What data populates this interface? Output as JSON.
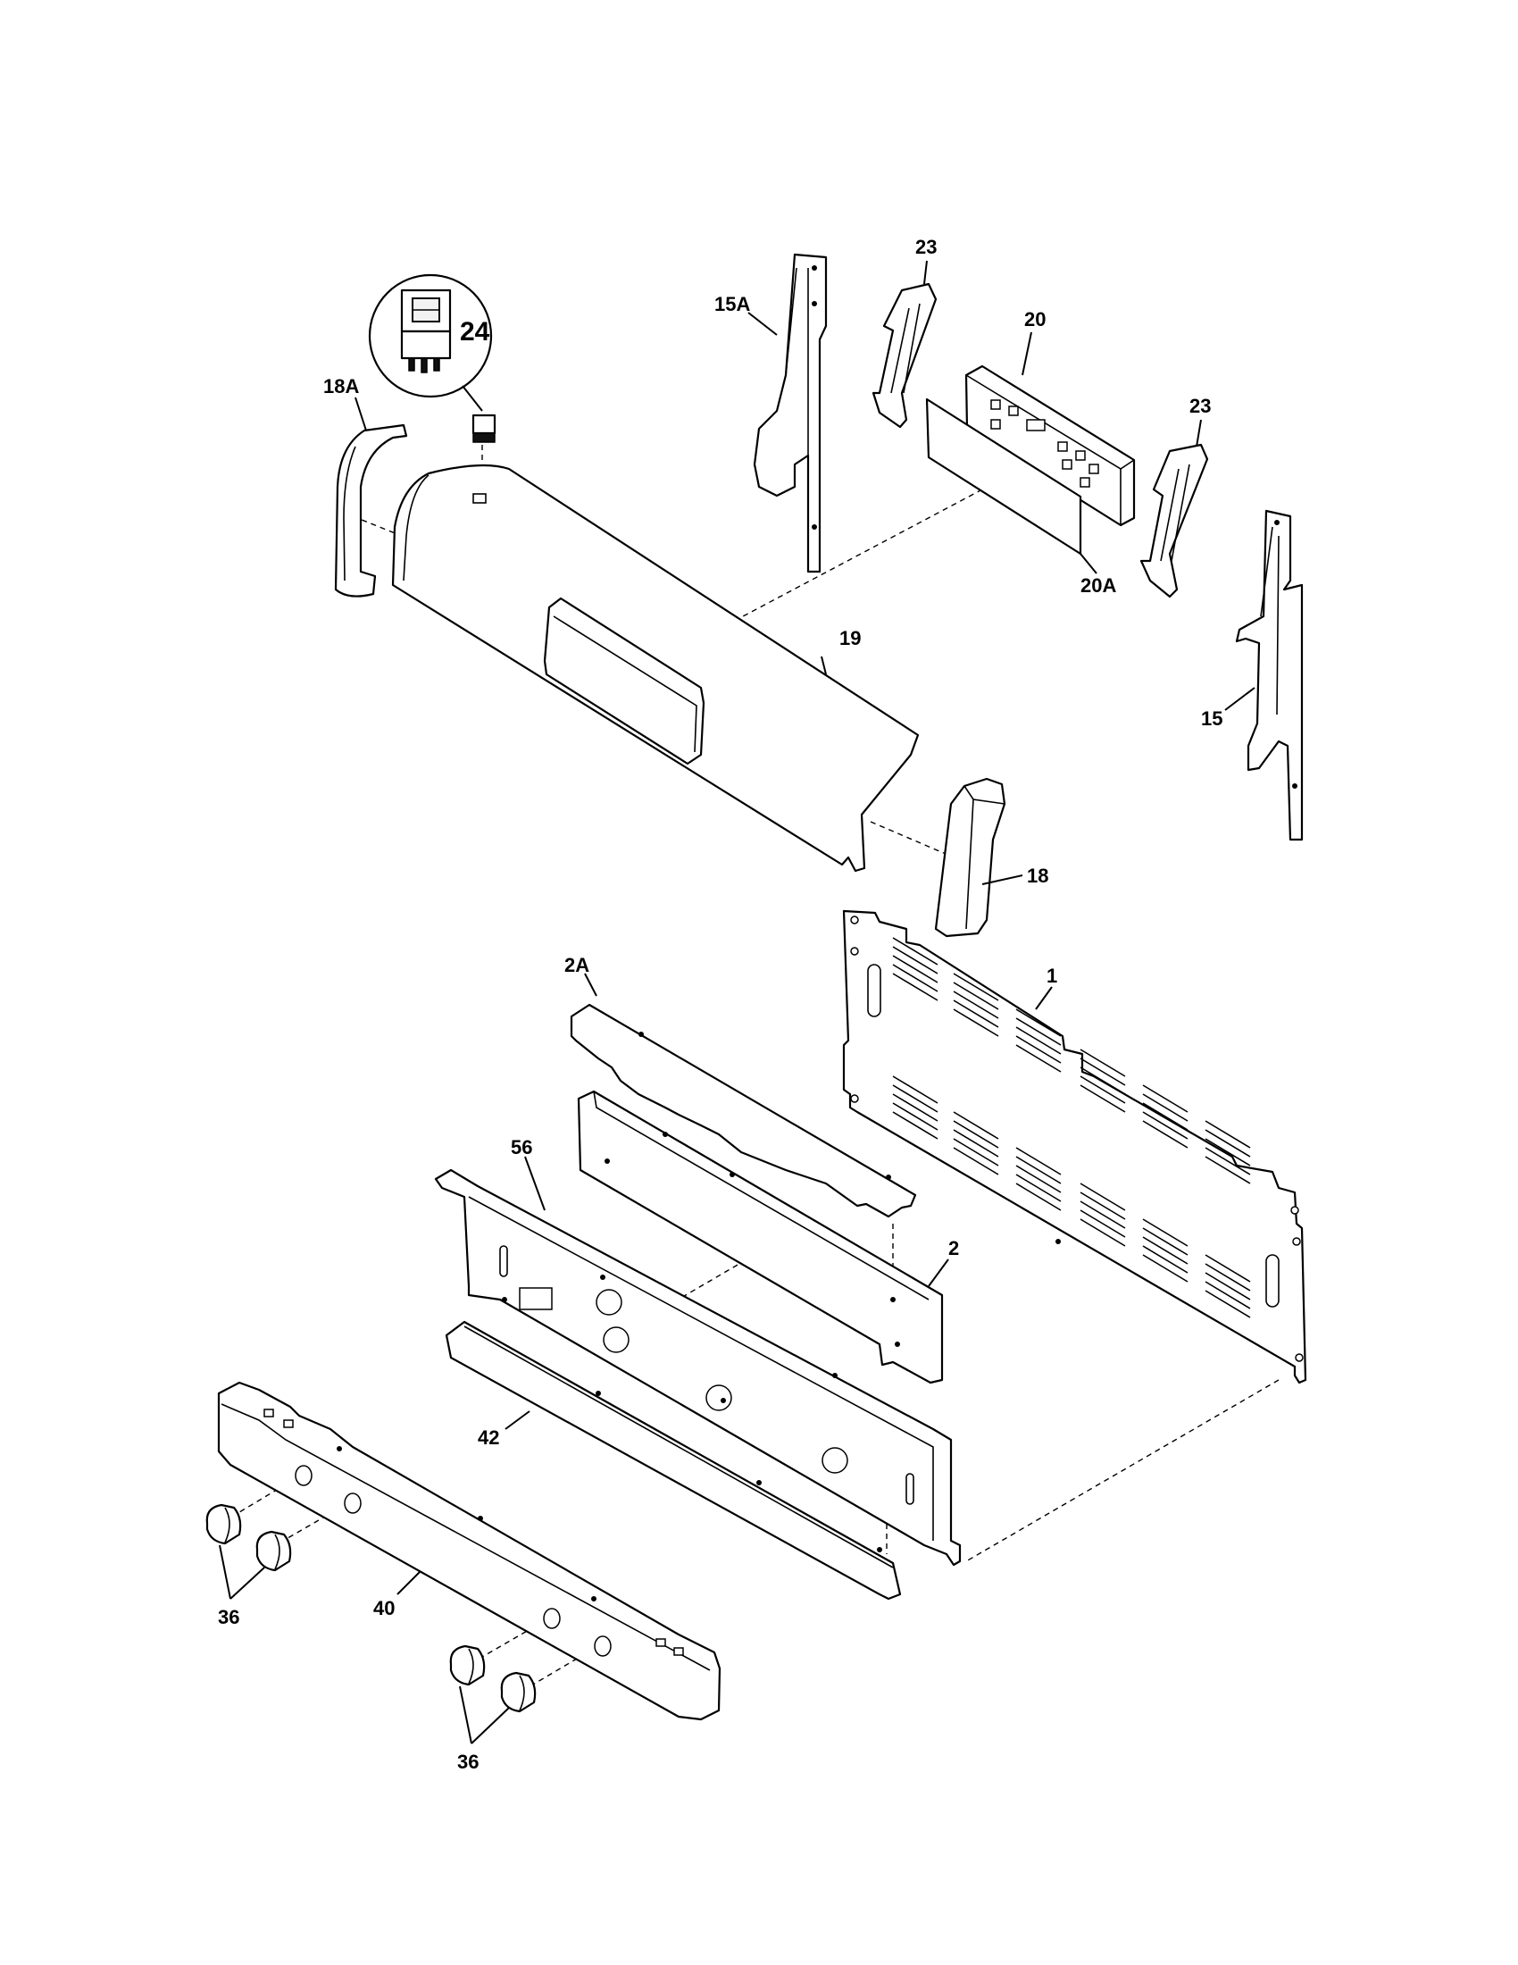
{
  "callouts": {
    "c1": "1",
    "c2": "2",
    "c2a": "2A",
    "c15": "15",
    "c15a": "15A",
    "c18": "18",
    "c18a": "18A",
    "c19": "19",
    "c20": "20",
    "c20a": "20A",
    "c23_top": "23",
    "c23_right": "23",
    "c24": "24",
    "c36_left": "36",
    "c36_right": "36",
    "c40": "40",
    "c42": "42",
    "c56": "56"
  }
}
